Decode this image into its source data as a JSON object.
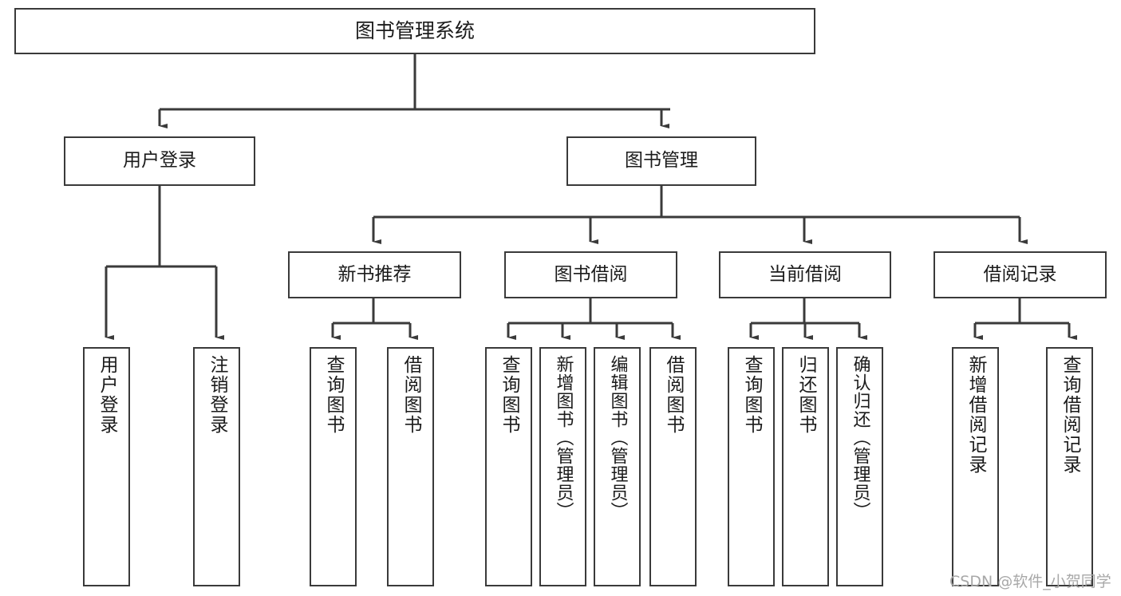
{
  "diagram": {
    "type": "tree-hierarchy-chart",
    "title": "图书管理系统",
    "orientation": "top-down",
    "style": {
      "box_border_color": "#3a3a3a",
      "box_fill": "#ffffff",
      "line_color": "#3a3a3a",
      "background": "#ffffff",
      "text_color": "#1b1b1b"
    },
    "root": {
      "label": "图书管理系统"
    },
    "level2": [
      {
        "label": "用户登录"
      },
      {
        "label": "图书管理"
      }
    ],
    "level3": [
      {
        "label": "新书推荐"
      },
      {
        "label": "图书借阅"
      },
      {
        "label": "当前借阅"
      },
      {
        "label": "借阅记录"
      }
    ],
    "leaves": {
      "user_login": [
        {
          "label": "用户登录"
        },
        {
          "label": "注销登录"
        }
      ],
      "new_book_recommend": [
        {
          "label": "查询图书"
        },
        {
          "label": "借阅图书"
        }
      ],
      "book_borrow": [
        {
          "label": "查询图书"
        },
        {
          "label": "新增图书（管理员）"
        },
        {
          "label": "编辑图书（管理员）"
        },
        {
          "label": "借阅图书"
        }
      ],
      "current_borrow": [
        {
          "label": "查询图书"
        },
        {
          "label": "归还图书"
        },
        {
          "label": "确认归还（管理员）"
        }
      ],
      "borrow_record": [
        {
          "label": "新增借阅记录"
        },
        {
          "label": "查询借阅记录"
        }
      ]
    }
  },
  "watermark": {
    "text": "CSDN @软件_小贺同学"
  }
}
